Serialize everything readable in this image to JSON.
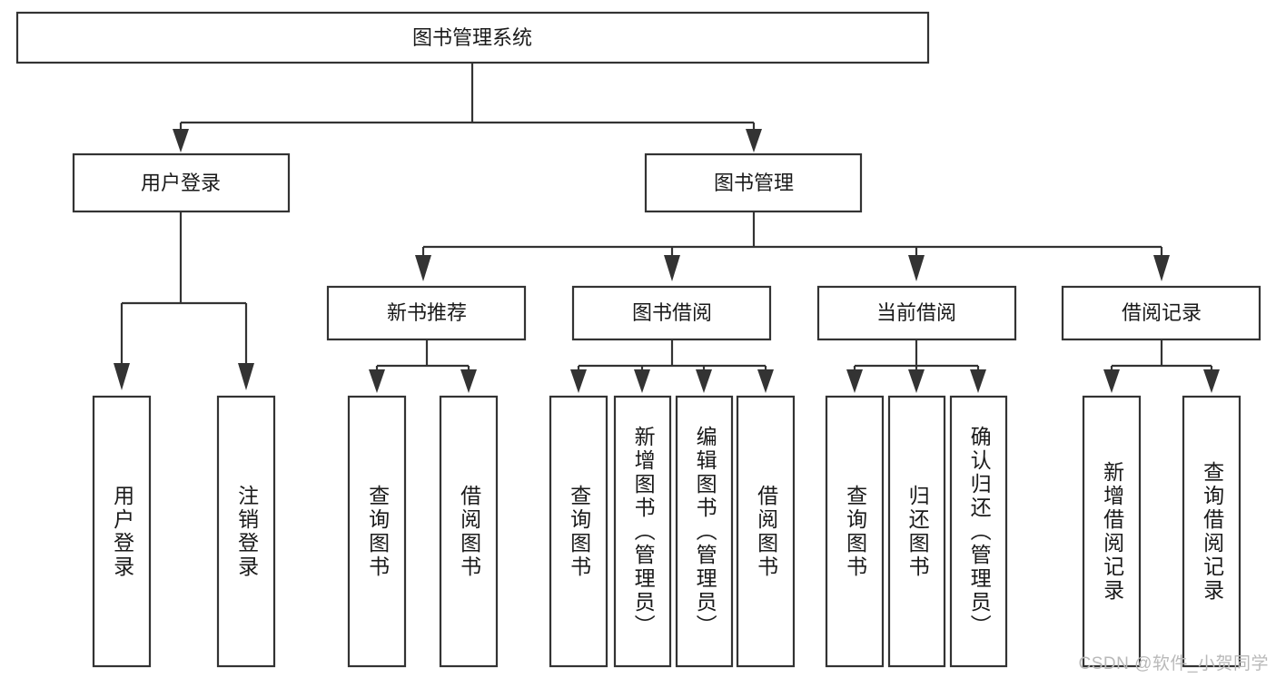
{
  "diagram": {
    "type": "tree-hierarchy-chart",
    "title": "图书管理系统",
    "colors": {
      "box_stroke": "#333333",
      "box_fill": "#ffffff",
      "text": "#1a1a1a",
      "background": "#ffffff",
      "watermark": "#b9b9b9"
    },
    "root": {
      "label": "图书管理系统"
    },
    "level2": [
      {
        "label": "用户登录"
      },
      {
        "label": "图书管理"
      }
    ],
    "level3": [
      {
        "label": "新书推荐"
      },
      {
        "label": "图书借阅"
      },
      {
        "label": "当前借阅"
      },
      {
        "label": "借阅记录"
      }
    ],
    "leaves": {
      "user_login": [
        {
          "label": "用户登录"
        },
        {
          "label": "注销登录"
        }
      ],
      "new_book_recommend": [
        {
          "label": "查询图书"
        },
        {
          "label": "借阅图书"
        }
      ],
      "book_borrow": [
        {
          "label": "查询图书"
        },
        {
          "label": "新增图书（管理员）"
        },
        {
          "label": "编辑图书（管理员）"
        },
        {
          "label": "借阅图书"
        }
      ],
      "current_borrow": [
        {
          "label": "查询图书"
        },
        {
          "label": "归还图书"
        },
        {
          "label": "确认归还（管理员）"
        }
      ],
      "borrow_record": [
        {
          "label": "新增借阅记录"
        },
        {
          "label": "查询借阅记录"
        }
      ]
    },
    "watermark": "CSDN @软件_小贺同学"
  }
}
